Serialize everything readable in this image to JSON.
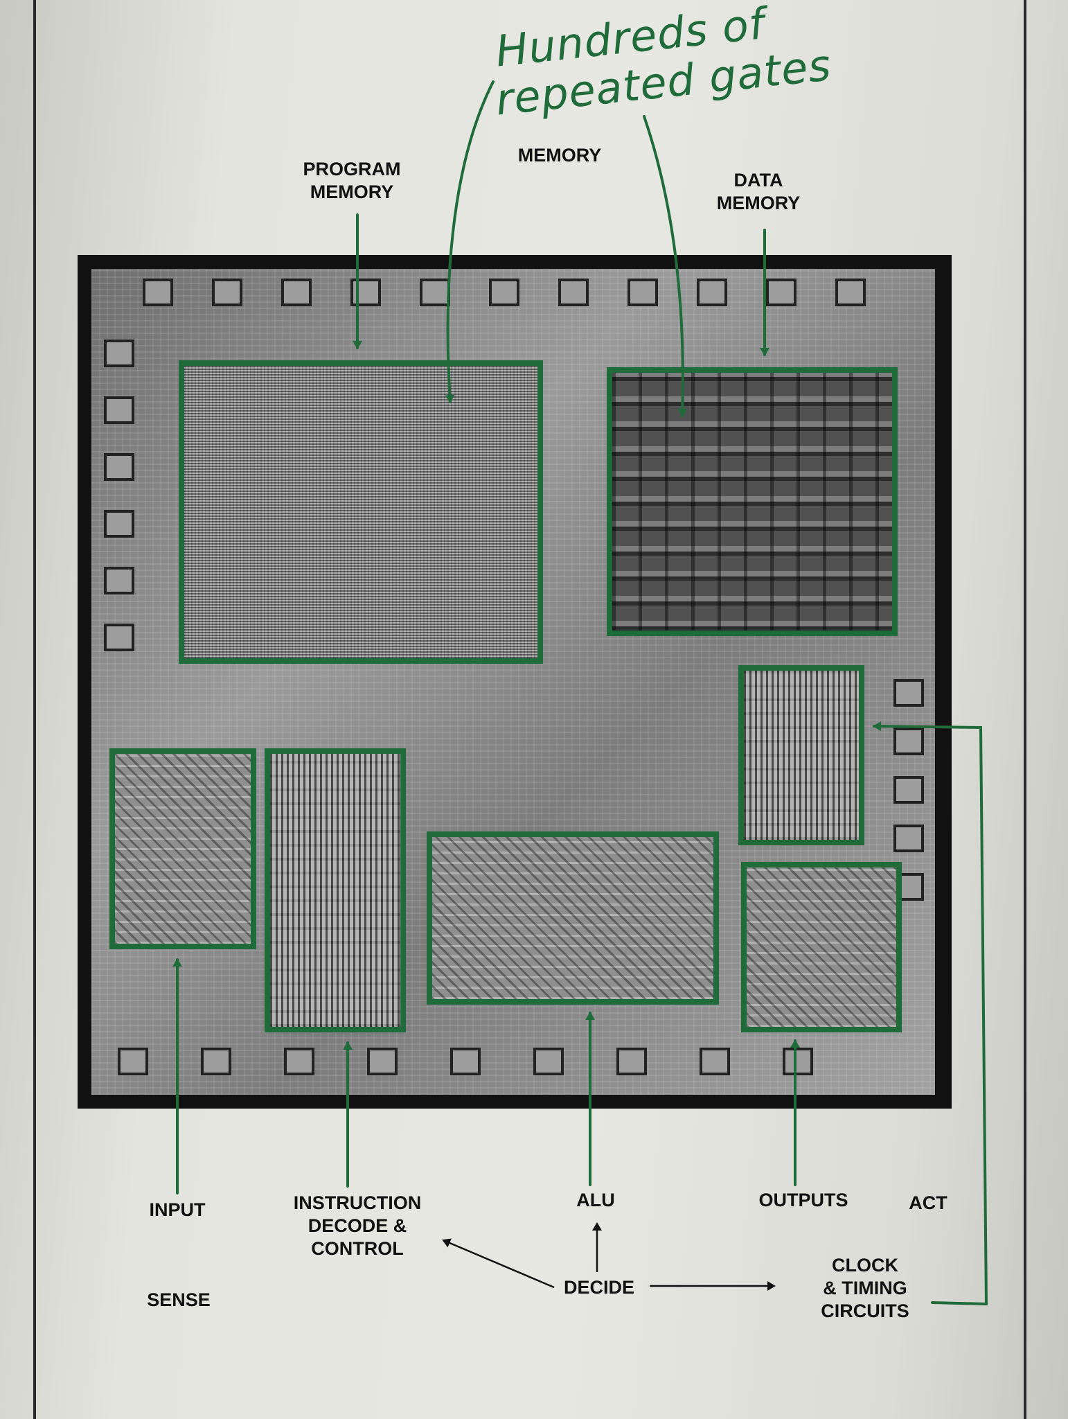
{
  "annotation": {
    "line1": "Hundreds of",
    "line2": "repeated gates"
  },
  "labels": {
    "program_memory": "PROGRAM\nMEMORY",
    "memory": "MEMORY",
    "data_memory": "DATA\nMEMORY",
    "input": "INPUT",
    "instruction_decode": "INSTRUCTION\nDECODE &\nCONTROL",
    "alu": "ALU",
    "outputs": "OUTPUTS",
    "act": "ACT",
    "sense": "SENSE",
    "decide": "DECIDE",
    "clock": "CLOCK\n& TIMING\nCIRCUITS"
  },
  "colors": {
    "annotation_green": "#1f6b3a",
    "label_black": "#111111"
  }
}
